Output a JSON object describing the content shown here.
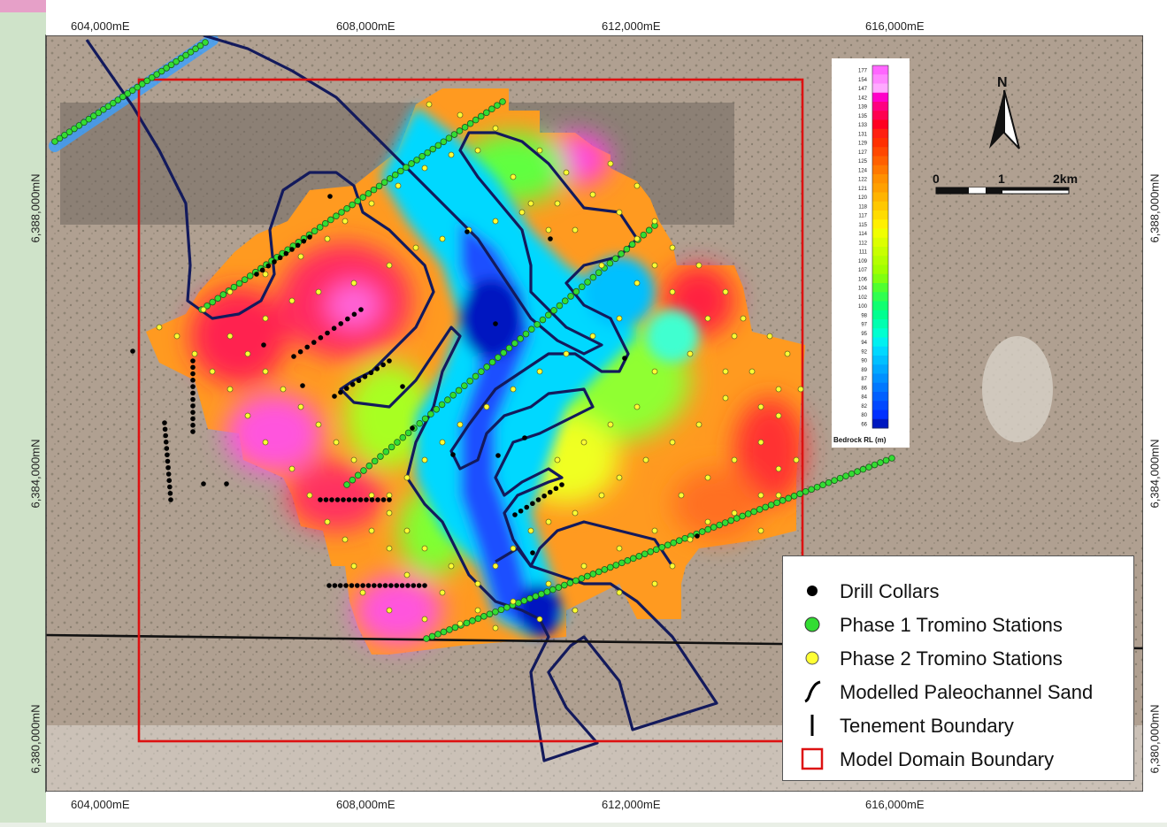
{
  "map": {
    "top_ticks": [
      "604,000mE",
      "608,000mE",
      "612,000mE",
      "616,000mE"
    ],
    "bottom_ticks": [
      "604,000mE",
      "608,000mE",
      "612,000mE",
      "616,000mE"
    ],
    "left_ticks": [
      "6,388,000mN",
      "6,384,000mN",
      "6,380,000mN"
    ],
    "right_ticks": [
      "6,388,000mN",
      "6,384,000mN",
      "6,380,000mN"
    ],
    "north_label": "N",
    "scale": {
      "labels": [
        "0",
        "1",
        "2km"
      ]
    }
  },
  "colorbar": {
    "title": "Bedrock RL (m)",
    "values": [
      "177",
      "154",
      "147",
      "142",
      "139",
      "135",
      "133",
      "131",
      "129",
      "127",
      "125",
      "124",
      "122",
      "121",
      "120",
      "118",
      "117",
      "115",
      "114",
      "112",
      "111",
      "109",
      "107",
      "106",
      "104",
      "102",
      "100",
      "98",
      "97",
      "95",
      "94",
      "92",
      "90",
      "89",
      "87",
      "86",
      "84",
      "82",
      "80",
      "66"
    ],
    "colors": [
      "#ff66ff",
      "#ff88ff",
      "#ffaaff",
      "#ff00c8",
      "#ff0080",
      "#ff0050",
      "#ff0020",
      "#ff2010",
      "#ff3000",
      "#ff4800",
      "#ff6000",
      "#ff7800",
      "#ff9000",
      "#ffa000",
      "#ffb400",
      "#ffc800",
      "#ffdc00",
      "#fff000",
      "#f0ff00",
      "#dcff00",
      "#c8ff00",
      "#b4ff00",
      "#a0ff00",
      "#80ff10",
      "#50ff30",
      "#30ff50",
      "#10ff70",
      "#00ff90",
      "#00ffb0",
      "#00ffd0",
      "#00f0f0",
      "#00d8ff",
      "#00c0ff",
      "#00a8ff",
      "#0090ff",
      "#0078ff",
      "#0060ff",
      "#0048ff",
      "#0030ff",
      "#0018c0"
    ]
  },
  "legend": {
    "items": [
      {
        "label": "Drill Collars",
        "symbol": "black-dot",
        "color": "#000000"
      },
      {
        "label": "Phase 1 Tromino Stations",
        "symbol": "green-dot",
        "color": "#33dd33"
      },
      {
        "label": "Phase 2 Tromino Stations",
        "symbol": "yellow-dot",
        "color": "#ffff33"
      },
      {
        "label": "Modelled Paleochannel Sand",
        "symbol": "curve-line",
        "color": "#000000"
      },
      {
        "label": "Tenement Boundary",
        "symbol": "vertical-line",
        "color": "#000000"
      },
      {
        "label": "Model Domain Boundary",
        "symbol": "red-square",
        "color": "#dd1111"
      }
    ]
  },
  "colors": {
    "paleochannel": "#131a5c",
    "tenement": "#111111",
    "domain": "#dd1111",
    "terrain": "#a8998a"
  }
}
